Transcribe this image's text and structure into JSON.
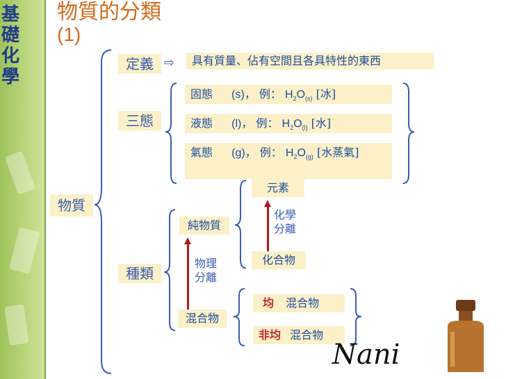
{
  "side": {
    "title_chars": [
      "基",
      "礎",
      "化",
      "學"
    ]
  },
  "header": {
    "title": "物質的分類",
    "subtitle": "(1)"
  },
  "root": {
    "label": "物質"
  },
  "definition": {
    "label": "定義",
    "arrow": "⇨",
    "text": "具有質量、佔有空間且各具特性的東西"
  },
  "states": {
    "label": "三態",
    "items": [
      {
        "name": "固態",
        "symbol": "(s)",
        "sep": "，",
        "example": "例：",
        "formula_base": "H",
        "formula_sub1": "2",
        "formula_o": "O",
        "formula_sub2": "(s)",
        "bracket": "[冰]"
      },
      {
        "name": "液態",
        "symbol": "(l)",
        "sep": "，",
        "example": "例：",
        "formula_base": "H",
        "formula_sub1": "2",
        "formula_o": "O",
        "formula_sub2": "(l)",
        "bracket": "[水]"
      },
      {
        "name": "氣態",
        "symbol": "(g)",
        "sep": "，",
        "example": "例：",
        "formula_base": "H",
        "formula_sub1": "2",
        "formula_o": "O",
        "formula_sub2": "(g)",
        "bracket": "[水蒸氣]"
      }
    ]
  },
  "types": {
    "label": "種類",
    "pure": "純物質",
    "mixture": "混合物",
    "physical_sep": "物理分離",
    "chemical_sep": "化學分離",
    "element": "元素",
    "compound": "化合物",
    "homogeneous_prefix": "均",
    "homogeneous": "混合物",
    "heterogeneous_prefix": "非均",
    "heterogeneous": "混合物"
  },
  "logo": {
    "text": "Nani"
  }
}
